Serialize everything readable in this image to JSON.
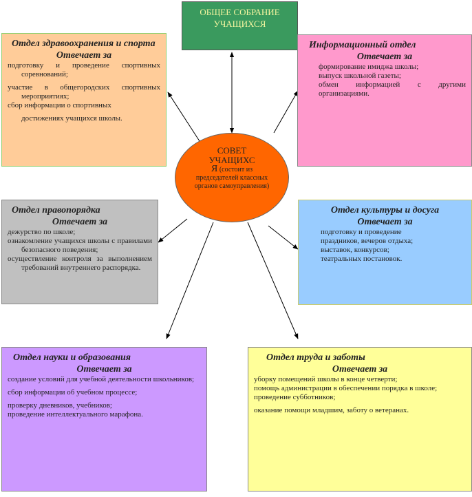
{
  "top": {
    "line1": "ОБЩЕЕ СОБРАНИЕ",
    "line2": "УЧАЩИХСЯ"
  },
  "council": {
    "line1": "СОВЕТ",
    "line2": "УЧАЩИХС",
    "letter": "Я",
    "sub": " (состоит из председателей классных органов самоуправления)"
  },
  "responsible_label": "Отвечает за",
  "health": {
    "title": "Отдел здравоохранения и спорта",
    "items": [
      "подготовку и проведение спортивных соревнований;",
      "участие в общегородских спортивных мероприятиях;",
      "сбор информации о спортивных",
      "достижениях учащихся школы."
    ]
  },
  "info": {
    "title": "Информационный отдел",
    "items": [
      "формирование имиджа школы;",
      "выпуск школьной газеты;",
      "обмен информацией с другими организациями."
    ]
  },
  "order": {
    "title": "Отдел правопорядка",
    "items": [
      "дежурство по школе;",
      "ознакомление учащихся школы с правилами безопасного поведения;",
      "осуществление контроля за выполнением требований внутреннего распорядка."
    ]
  },
  "culture": {
    "title": "Отдел культуры и досуга",
    "items": [
      "подготовку и проведение праздников, вечеров отдыха;",
      "выставок, конкурсов;",
      "театральных постановок."
    ]
  },
  "science": {
    "title": "Отдел науки и образования",
    "items": [
      "создание условий для учебной деятельности школьников;",
      "сбор информации об учебном процессе;",
      "проверку дневников, учебников;",
      "проведение интеллектуального марафона."
    ]
  },
  "labor": {
    "title": "Отдел труда и заботы",
    "items": [
      "уборку помещений школы в конце четверти;",
      "помощь администрации в обеспечении порядка в школе;",
      "проведение субботников;",
      "оказание помощи младшим, заботу о ветеранах."
    ]
  }
}
